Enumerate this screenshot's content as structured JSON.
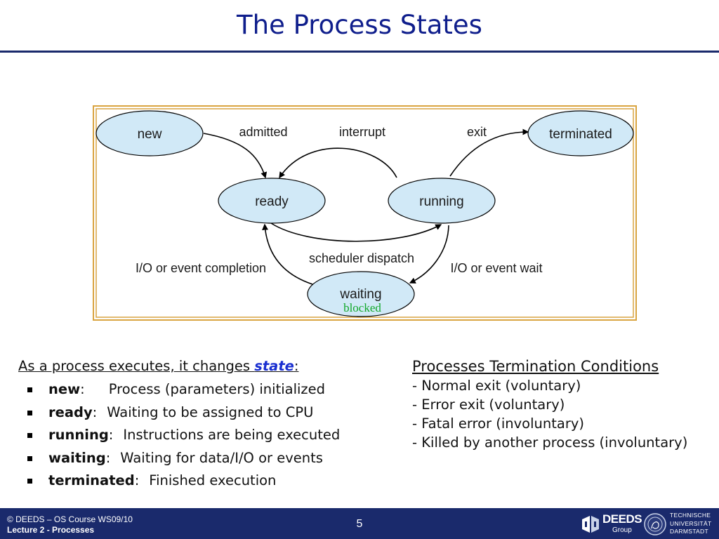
{
  "slide": {
    "title": "The Process States"
  },
  "diagram": {
    "nodes": [
      {
        "id": "new",
        "label": "new"
      },
      {
        "id": "terminated",
        "label": "terminated"
      },
      {
        "id": "ready",
        "label": "ready"
      },
      {
        "id": "running",
        "label": "running"
      },
      {
        "id": "waiting",
        "label": "waiting",
        "sublabel": "blocked"
      }
    ],
    "edges": [
      {
        "from": "new",
        "to": "ready",
        "label": "admitted"
      },
      {
        "from": "running",
        "to": "ready",
        "label": "interrupt"
      },
      {
        "from": "running",
        "to": "terminated",
        "label": "exit"
      },
      {
        "from": "ready",
        "to": "running",
        "label": "scheduler dispatch"
      },
      {
        "from": "waiting",
        "to": "ready",
        "label": "I/O or event completion"
      },
      {
        "from": "running",
        "to": "waiting",
        "label": "I/O or event wait"
      }
    ],
    "colors": {
      "node_fill": "#d1e9f7",
      "frame": "#d9a440",
      "sublabel": "#11a82a"
    }
  },
  "states_list": {
    "heading_prefix": "As a process executes, it changes ",
    "heading_keyword": "state",
    "heading_suffix": ":",
    "items": [
      {
        "term": "new",
        "sep": ":",
        "desc": "Process (parameters) initialized"
      },
      {
        "term": "ready",
        "sep": ":",
        "desc": "Waiting to be assigned to CPU"
      },
      {
        "term": "running",
        "sep": ":",
        "desc": "Instructions are being executed"
      },
      {
        "term": "waiting",
        "sep": ":",
        "desc": "Waiting for data/I/O or events"
      },
      {
        "term": "terminated",
        "sep": ":",
        "desc": "Finished execution"
      }
    ]
  },
  "termination": {
    "heading": "Processes Termination Conditions",
    "items": [
      "- Normal exit (voluntary)",
      "- Error exit (voluntary)",
      "- Fatal error (involuntary)",
      "- Killed by another process (involuntary)"
    ]
  },
  "footer": {
    "copyright": "© DEEDS – OS Course WS09/10",
    "lecture": "Lecture 2 - Processes",
    "page_number": "5",
    "logo_deeds_word": "DEEDS",
    "logo_deeds_sub": "Group",
    "logo_tud_lines": [
      "TECHNISCHE",
      "UNIVERSITÄT",
      "DARMSTADT"
    ]
  }
}
